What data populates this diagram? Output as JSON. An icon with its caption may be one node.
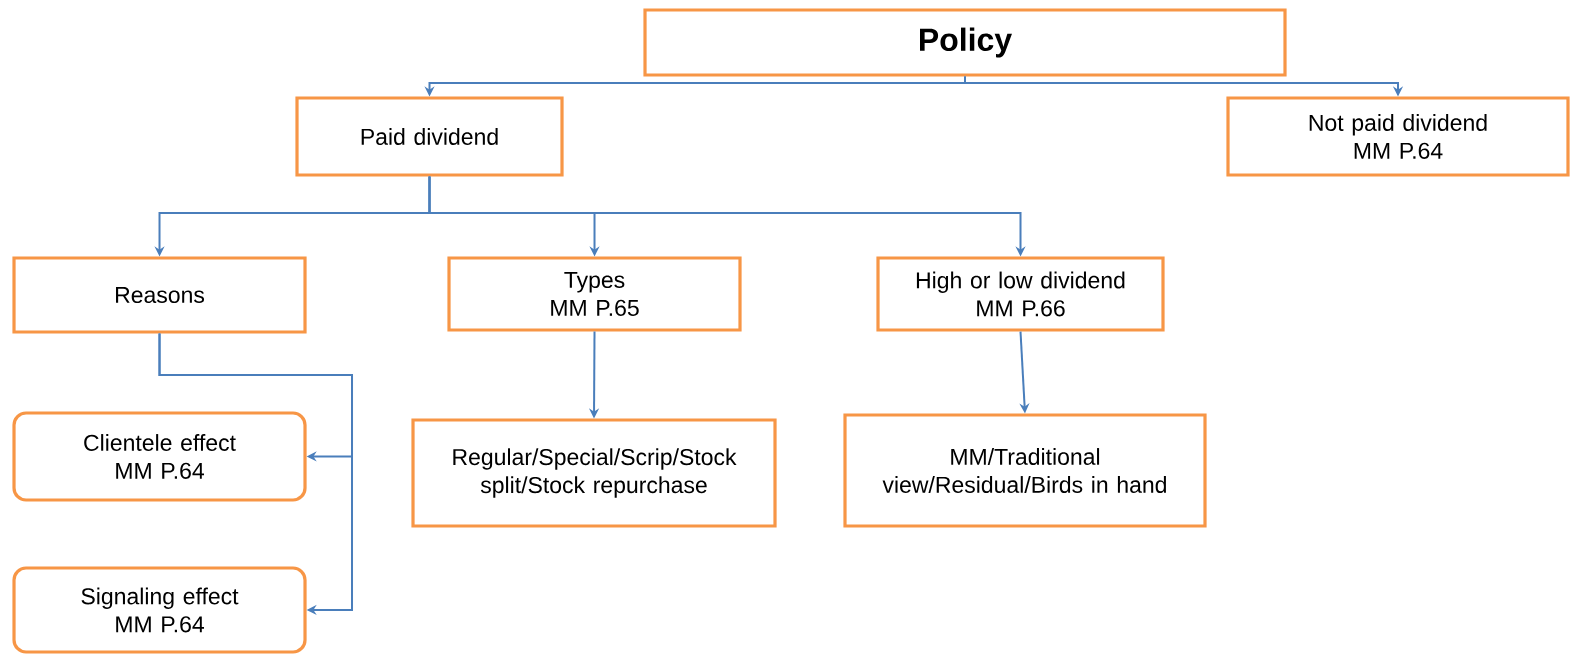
{
  "diagram": {
    "nodes": [
      {
        "text": [
          "Policy"
        ]
      },
      {
        "text": [
          "Paid dividend"
        ]
      },
      {
        "text": [
          "Not paid dividend",
          "MM P.64"
        ]
      },
      {
        "text": [
          "Reasons"
        ]
      },
      {
        "text": [
          "Types",
          "MM P.65"
        ]
      },
      {
        "text": [
          "High or low dividend",
          "MM P.66"
        ]
      },
      {
        "text": [
          "Clientele effect",
          "MM P.64"
        ]
      },
      {
        "text": [
          "Signaling effect",
          "MM P.64"
        ]
      },
      {
        "text": [
          "Regular/Special/Scrip/Stock split/Stock repurchase"
        ]
      },
      {
        "text": [
          "MM/Traditional view/Residual/Birds in hand"
        ]
      }
    ],
    "edges": [
      {
        "from": 0,
        "to": 1,
        "arrow": "to"
      },
      {
        "from": 0,
        "to": 2,
        "arrow": "to"
      },
      {
        "from": 1,
        "to": 3,
        "arrow": "to"
      },
      {
        "from": 1,
        "to": 4,
        "arrow": "to"
      },
      {
        "from": 1,
        "to": 5,
        "arrow": "to"
      },
      {
        "from": 3,
        "to": 6,
        "arrow": "to"
      },
      {
        "from": 3,
        "to": 7,
        "arrow": "to"
      },
      {
        "from": 4,
        "to": 8,
        "arrow": "to"
      },
      {
        "from": 5,
        "to": 9,
        "arrow": "to"
      }
    ]
  }
}
